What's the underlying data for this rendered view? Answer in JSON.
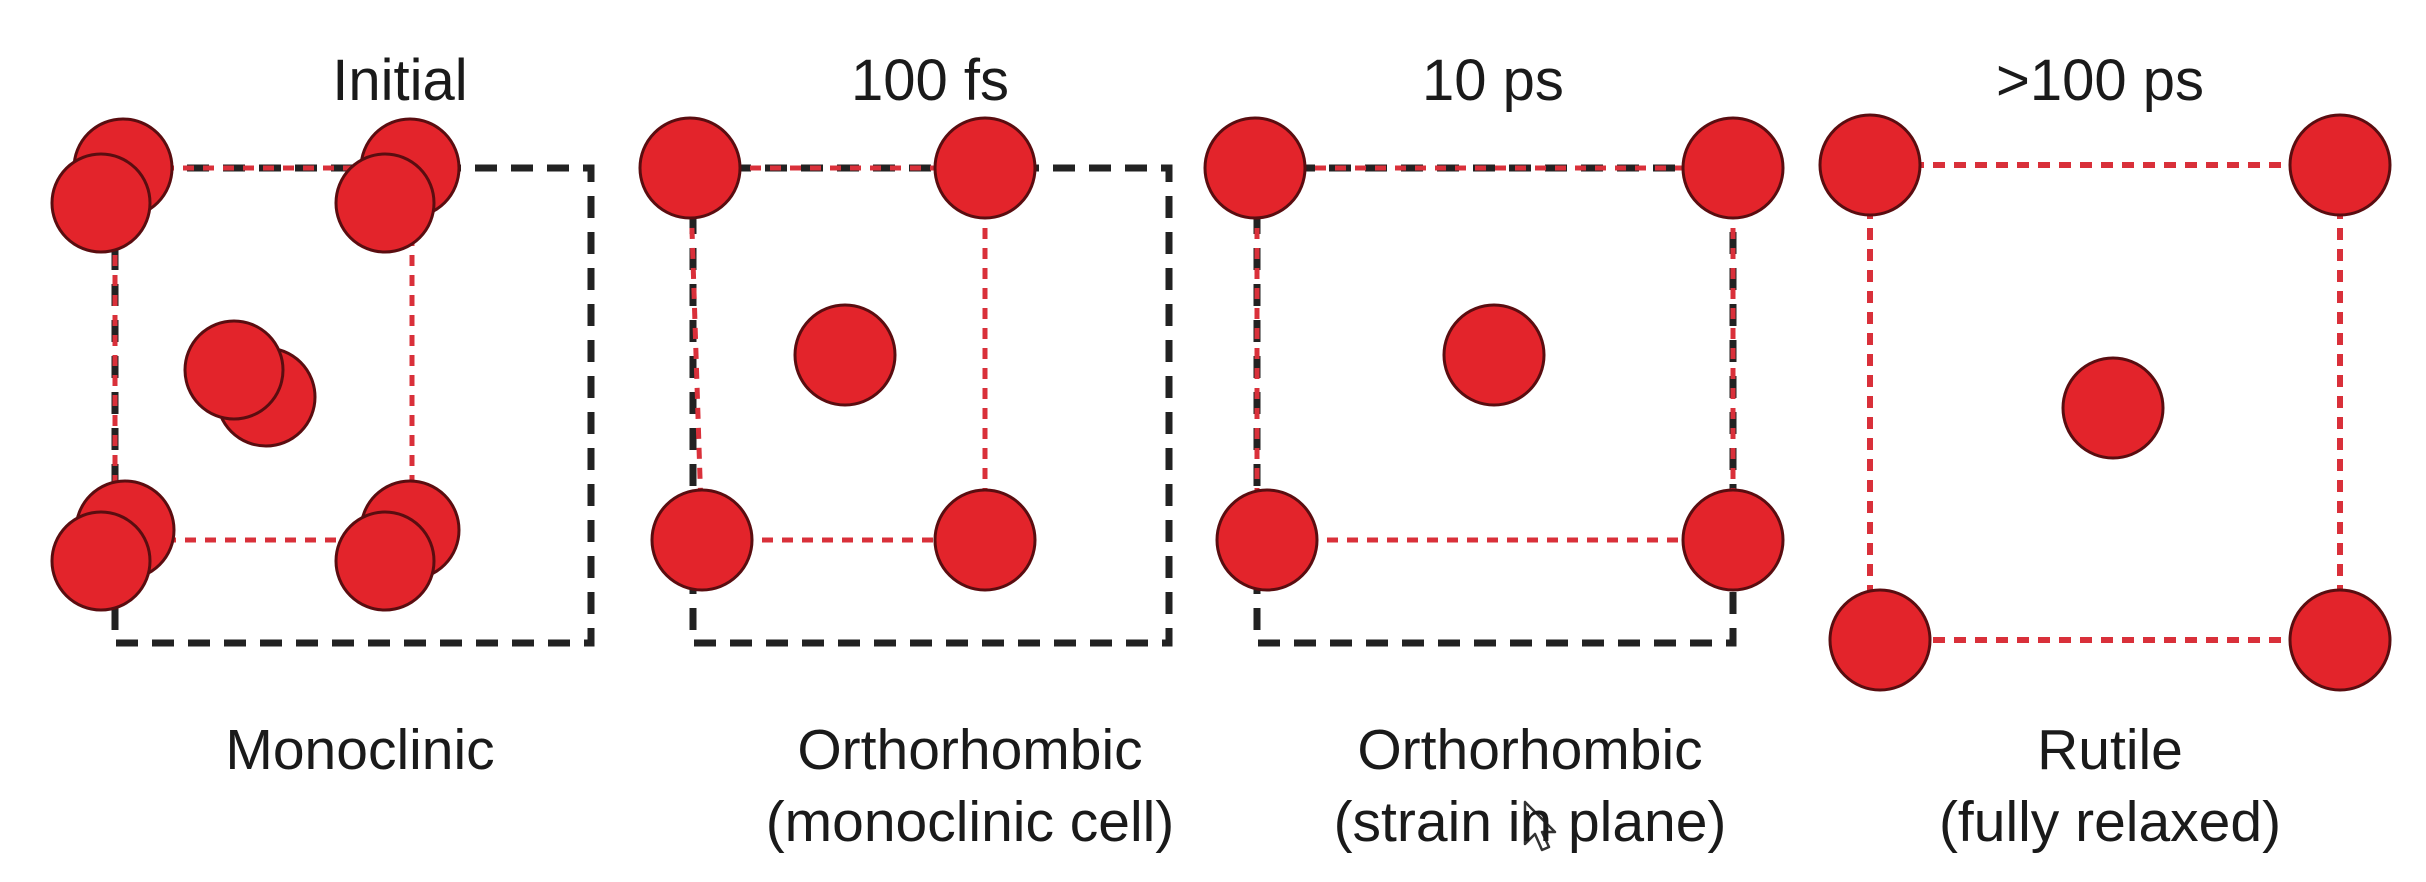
{
  "colors": {
    "atom_fill": "#e3242b",
    "atom_stroke": "#5a0d10",
    "bond_red": "#d9303a",
    "cell_black": "#222222",
    "text": "#1a1a1a"
  },
  "panels": [
    {
      "time_label": "Initial",
      "phase_name": "Monoclinic",
      "phase_detail": ""
    },
    {
      "time_label": "100 fs",
      "phase_name": "Orthorhombic",
      "phase_detail": "(monoclinic cell)"
    },
    {
      "time_label": "10 ps",
      "phase_name": "Orthorhombic",
      "phase_detail": "(strain in plane)"
    },
    {
      "time_label": ">100 ps",
      "phase_name": "Rutile",
      "phase_detail": "(fully relaxed)"
    }
  ]
}
